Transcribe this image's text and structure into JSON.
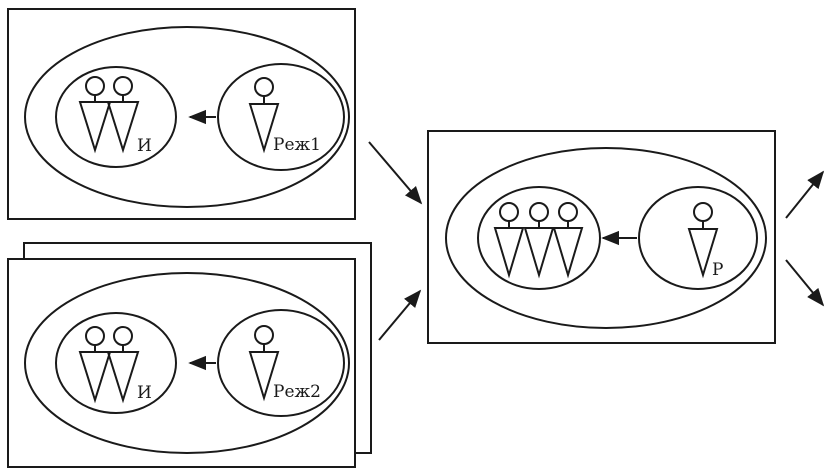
{
  "diagram": {
    "panels": [
      {
        "id": "top-left",
        "group_label": "И",
        "actor_label": "Реж1",
        "group_size": 2
      },
      {
        "id": "bottom-left",
        "group_label": "И",
        "actor_label": "Реж2",
        "group_size": 2,
        "stacked": true
      },
      {
        "id": "right",
        "group_label": "",
        "actor_label": "Р",
        "group_size": 3
      }
    ]
  }
}
